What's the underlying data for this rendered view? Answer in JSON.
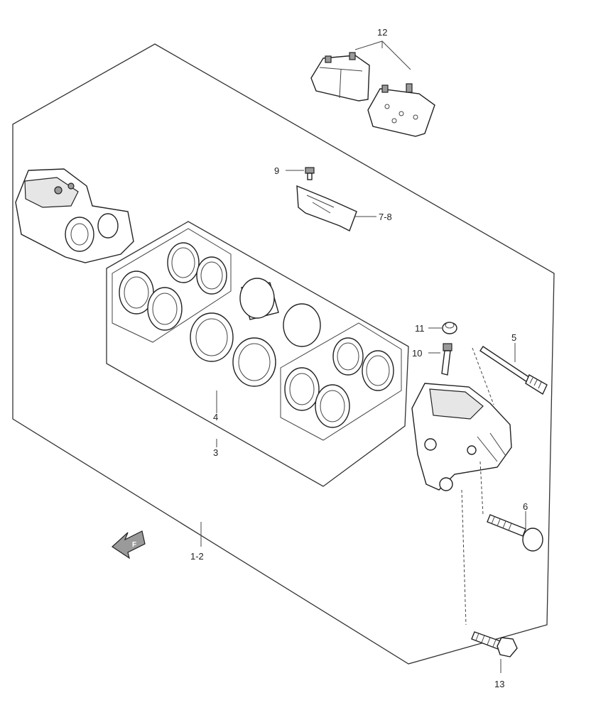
{
  "callouts": {
    "c1_2": "1-2",
    "c3": "3",
    "c4": "4",
    "c5": "5",
    "c6": "6",
    "c7_8": "7-8",
    "c9": "9",
    "c10": "10",
    "c11": "11",
    "c12": "12",
    "c13": "13"
  },
  "front_marker": "F"
}
